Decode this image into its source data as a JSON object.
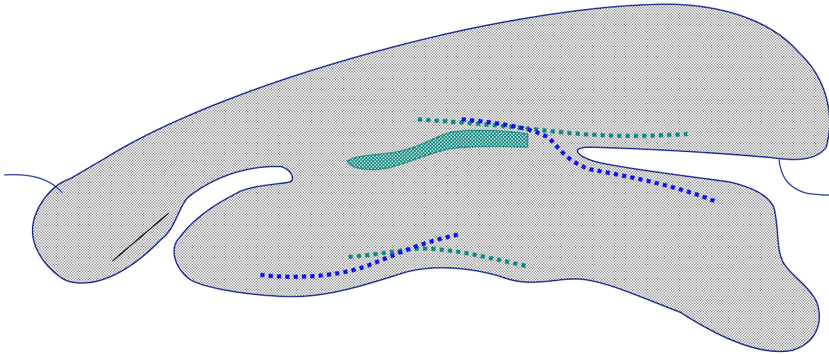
{
  "colors": {
    "background": "#ffffff",
    "outline": "#0b1a86",
    "stipple": "#1f1f1f",
    "teal_region": "#128a80",
    "teal_dots": "#0f8c80",
    "blue_dots": "#1313ee",
    "thin_line": "#000000"
  },
  "diagram": {
    "regions": [
      {
        "id": "upper-lobe",
        "fill": "stipple"
      },
      {
        "id": "lower-lobe",
        "fill": "stipple"
      },
      {
        "id": "central-band",
        "fill": "crosshatch"
      }
    ],
    "dotted_tracks": [
      {
        "id": "upper-teal-track",
        "color": "teal_dots"
      },
      {
        "id": "upper-blue-track",
        "color": "blue_dots"
      },
      {
        "id": "lower-teal-track",
        "color": "teal_dots"
      },
      {
        "id": "lower-blue-track",
        "color": "blue_dots"
      }
    ]
  }
}
